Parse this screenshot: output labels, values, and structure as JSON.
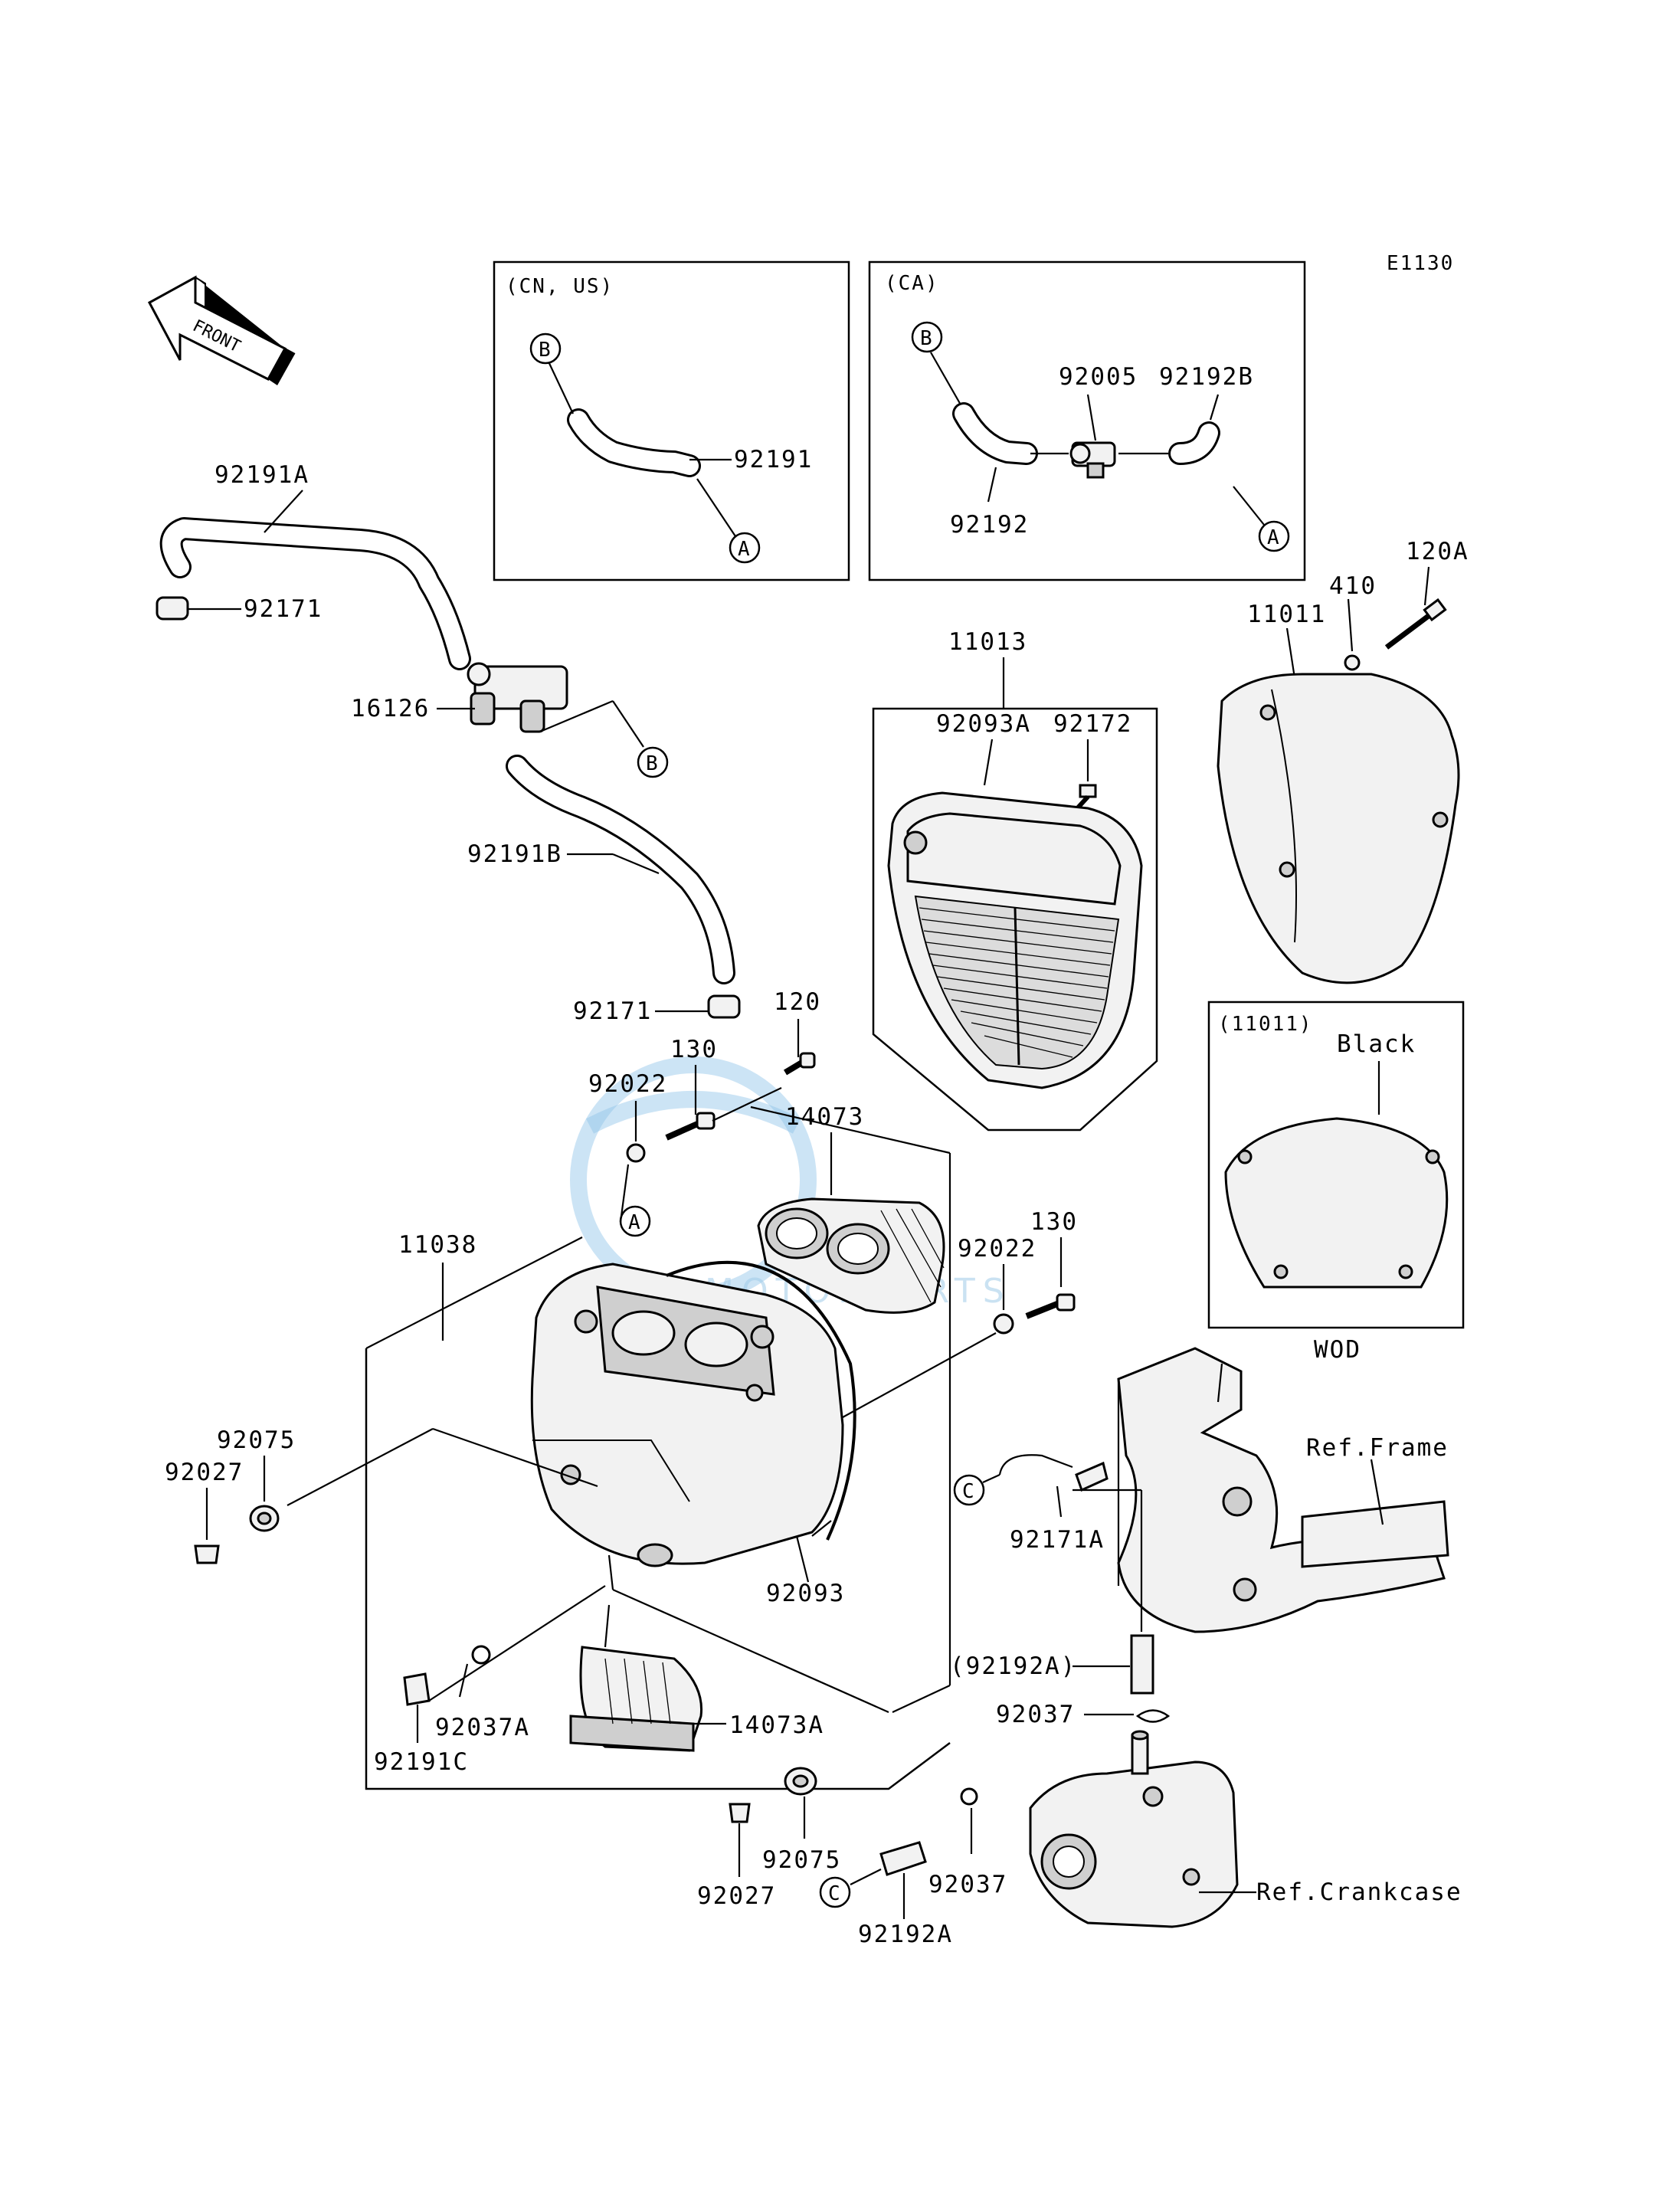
{
  "diagram": {
    "code": "E1130",
    "front_label": "FRONT",
    "watermark": "MOTORPARTS",
    "box_cn_us": {
      "header": "(CN, US)",
      "hose": "92191"
    },
    "box_ca": {
      "header": "(CA)",
      "hose_a": "92192",
      "valve": "92005",
      "hose_b": "92192B"
    },
    "box_wod": {
      "header": "(11011)",
      "note": "Black",
      "caption": "WOD"
    },
    "callouts": {
      "A": "A",
      "B": "B",
      "C": "C"
    },
    "labels": {
      "p92191A": "92191A",
      "p92171_top": "92171",
      "p16126": "16126",
      "p92191B": "92191B",
      "p92171_mid": "92171",
      "p11013": "11013",
      "p92093A": "92093A",
      "p92172": "92172",
      "p11011": "11011",
      "p410": "410",
      "p120A": "120A",
      "p120": "120",
      "p130_left": "130",
      "p92022_left": "92022",
      "p14073": "14073",
      "p11038": "11038",
      "p92022_right": "92022",
      "p130_right": "130",
      "p92075_left": "92075",
      "p92027_left": "92027",
      "p92093": "92093",
      "p92037A": "92037A",
      "p14073A": "14073A",
      "p92191C": "92191C",
      "p92075_bot": "92075",
      "p92027_bot": "92027",
      "p92192A": "92192A",
      "p92037_bot": "92037",
      "p92192A_paren": "(92192A)",
      "p92037_right": "92037",
      "p92171A": "92171A",
      "ref_frame": "Ref.Frame",
      "ref_crankcase": "Ref.Crankcase"
    }
  }
}
